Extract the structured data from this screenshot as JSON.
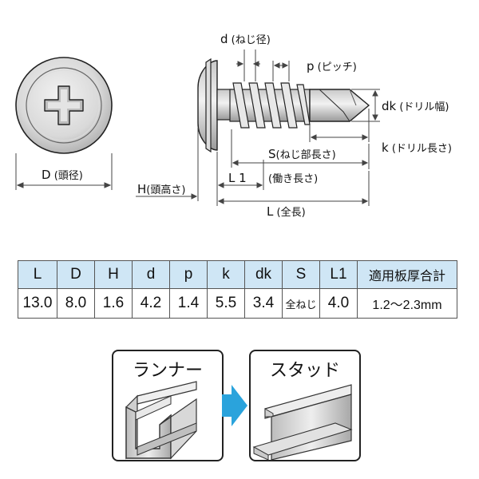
{
  "screw_diagram": {
    "head_diameter_label": "D",
    "head_diameter_text": "(頭径)",
    "head_height_label": "H",
    "head_height_text": "(頭高さ)",
    "thread_diameter_label": "d",
    "thread_diameter_text": "(ねじ径)",
    "pitch_label": "p",
    "pitch_text": "(ピッチ)",
    "drill_diameter_label": "dk",
    "drill_diameter_text": "(ドリル幅)",
    "drill_length_label": "k",
    "drill_length_text": "(ドリル長さ)",
    "thread_length_label": "S",
    "thread_length_text": "(ねじ部長さ)",
    "working_length_label": "L 1",
    "working_length_text": "(働き長さ)",
    "total_length_label": "L",
    "total_length_text": "(全長)"
  },
  "spec_table": {
    "headers": [
      "L",
      "D",
      "H",
      "d",
      "p",
      "k",
      "dk",
      "S",
      "L1",
      "適用板厚合計"
    ],
    "row": [
      "13.0",
      "8.0",
      "1.6",
      "4.2",
      "1.4",
      "5.5",
      "3.4",
      "全ねじ",
      "4.0",
      "1.2〜2.3mm"
    ],
    "header_color": "#cfe6f5"
  },
  "profiles": {
    "left_title": "ランナー",
    "right_title": "スタッド",
    "arrow_color": "#2aa3dc"
  }
}
